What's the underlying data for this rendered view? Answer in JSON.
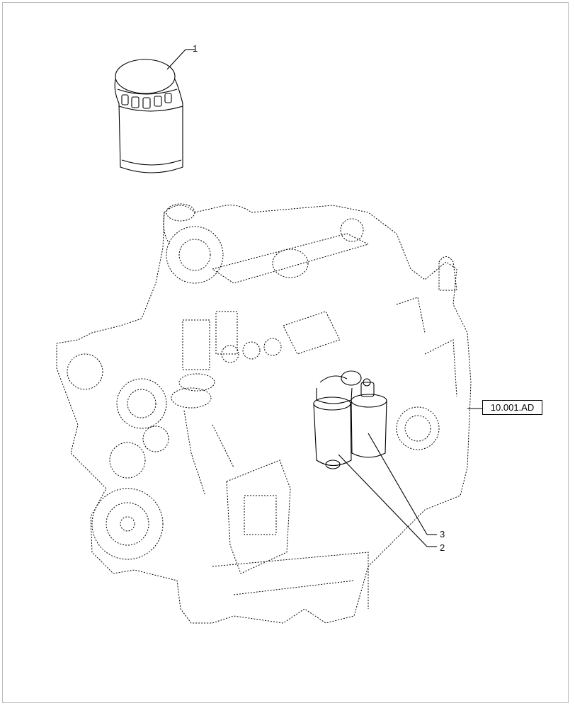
{
  "callouts": [
    {
      "label": "1"
    },
    {
      "label": "2"
    },
    {
      "label": "3"
    }
  ],
  "reference": {
    "label": "10.001.AD"
  }
}
